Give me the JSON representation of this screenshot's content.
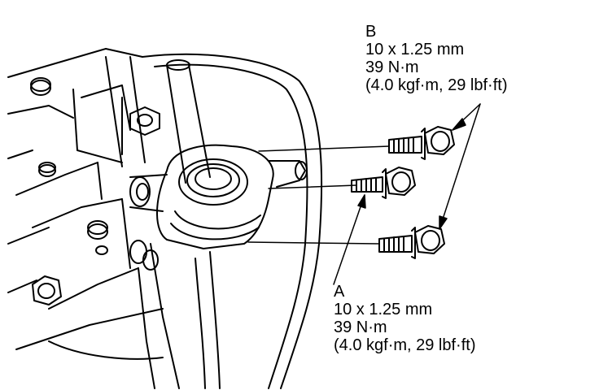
{
  "callouts": {
    "b": {
      "letter": "B",
      "size": "10 x 1.25 mm",
      "torque": "39 N·m",
      "torque_alt": "(4.0 kgf·m, 29 lbf·ft)"
    },
    "a": {
      "letter": "A",
      "size": "10 x 1.25 mm",
      "torque": "39 N·m",
      "torque_alt": "(4.0 kgf·m, 29 lbf·ft)"
    }
  },
  "colors": {
    "line": "#000000",
    "background": "#ffffff"
  }
}
